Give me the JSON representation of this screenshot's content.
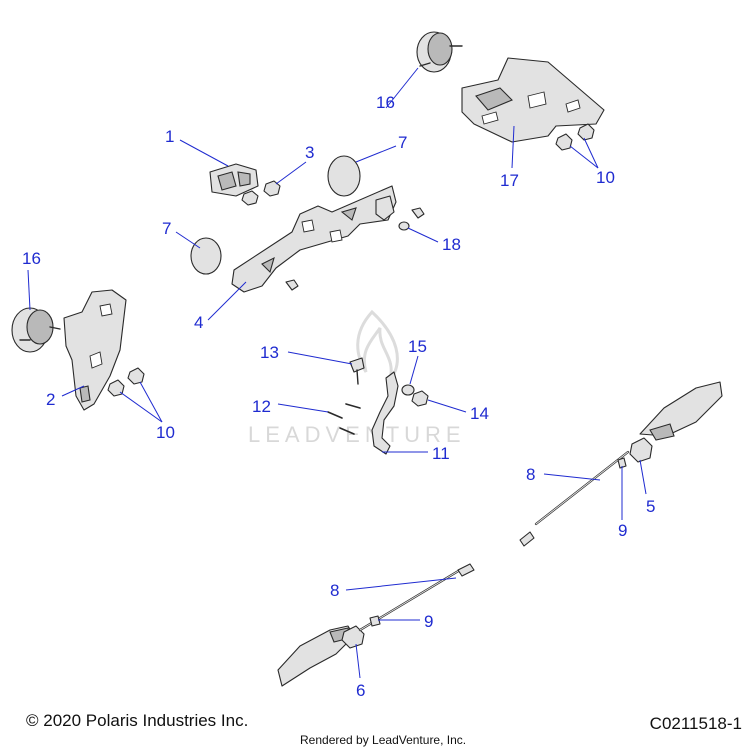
{
  "watermark": {
    "text": "LEADVENTURE"
  },
  "footer": {
    "copyright": "© 2020 Polaris Industries Inc.",
    "rendered_by": "Rendered by LeadVenture, Inc.",
    "drawing_code": "C0211518-1"
  },
  "callouts": [
    "1",
    "2",
    "3",
    "4",
    "5",
    "6",
    "7",
    "7",
    "8",
    "8",
    "9",
    "9",
    "10",
    "10",
    "11",
    "12",
    "13",
    "14",
    "15",
    "16",
    "16",
    "17",
    "18"
  ]
}
